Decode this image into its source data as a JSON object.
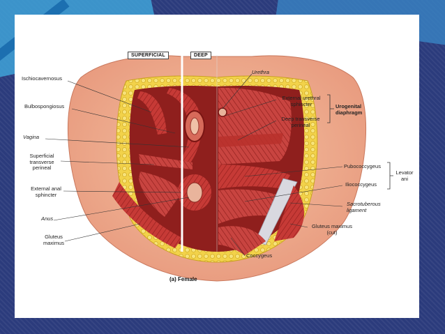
{
  "tabs": {
    "superficial": "SUPERFICIAL",
    "deep": "DEEP"
  },
  "caption": "(a) Female",
  "labels_left": {
    "ischiocavernosus": "Ischiocavernosus",
    "bulbospongiosus": "Bulbospongiosus",
    "vagina": "Vagina",
    "superficial_transverse_perineal_1": "Superficial",
    "superficial_transverse_perineal_2": "transverse",
    "superficial_transverse_perineal_3": "perineal",
    "external_anal_sphincter_1": "External anal",
    "external_anal_sphincter_2": "sphincter",
    "anus": "Anus",
    "gluteus_maximus_1": "Gluteus",
    "gluteus_maximus_2": "maximus"
  },
  "labels_right": {
    "urethra": "Urethra",
    "external_urethral_sphincter_1": "External urethral",
    "external_urethral_sphincter_2": "sphincter",
    "deep_transverse_perineal_1": "Deep transverse",
    "deep_transverse_perineal_2": "perineal",
    "urogenital_diaphragm_1": "Urogenital",
    "urogenital_diaphragm_2": "diaphragm",
    "pubococcygeus": "Pubococcygeus",
    "iliococcygeus": "Iliococcygeus",
    "levator_ani_1": "Levator",
    "levator_ani_2": "ani",
    "sacrotuberous_ligament_1": "Sacrotuberous",
    "sacrotuberous_ligament_2": "ligament",
    "gluteus_maximus_cut_1": "Gluteus maximus",
    "gluteus_maximus_cut_2": "(cut)",
    "coccygeus": "Coccygeus"
  }
}
